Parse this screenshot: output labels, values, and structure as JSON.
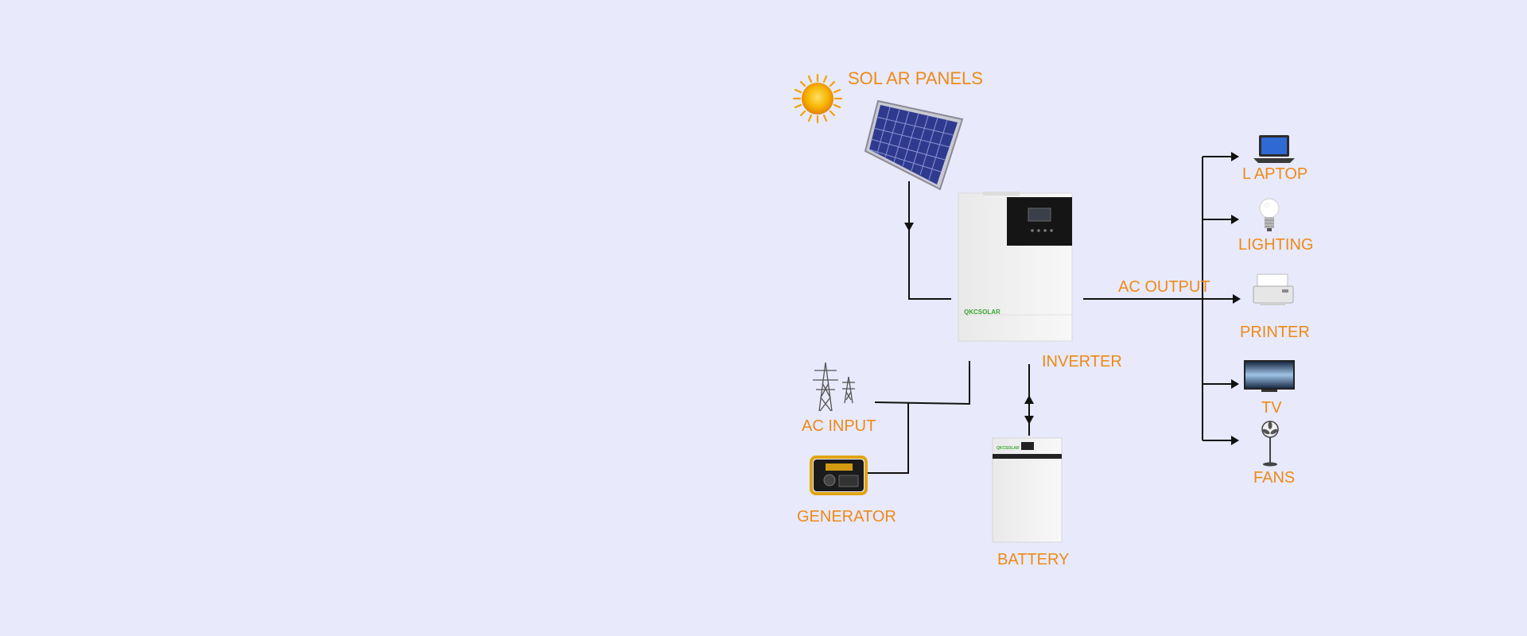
{
  "labels": {
    "solar_panels": "SOL AR  PANELS",
    "inverter": "INVERTER",
    "ac_output": "AC OUTPUT",
    "ac_input": "AC INPUT",
    "generator": "GENERATOR",
    "battery": "BATTERY",
    "laptop": "L APTOP",
    "lighting": "LIGHTING",
    "printer": "PRINTER",
    "tv": "TV",
    "fans": "FANS"
  },
  "branding": {
    "inverter_logo": "QKCSOLAR",
    "battery_logo": "QKCSOLAR"
  },
  "colors": {
    "background": "#e8e9fb",
    "label": "#ee8a16",
    "line": "#000000",
    "brand_green": "#3aa832"
  }
}
